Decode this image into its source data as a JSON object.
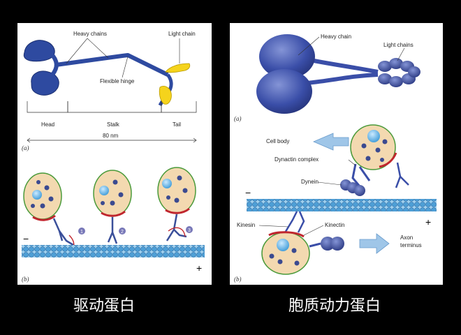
{
  "left": {
    "a_label": "(a)",
    "b_label": "(b)",
    "heavy_chains": "Heavy chains",
    "light_chain": "Light chain",
    "flexible_hinge": "Flexible hinge",
    "head": "Head",
    "stalk": "Stalk",
    "tail": "Tail",
    "length": "80 nm",
    "step1": "1",
    "step2": "2",
    "step3": "3",
    "minus": "−",
    "plus": "+"
  },
  "right": {
    "a_label": "(a)",
    "b_label": "(b)",
    "heavy_chain": "Heavy chain",
    "light_chains": "Light chains",
    "cell_body": "Cell body",
    "dynactin_complex": "Dynactin complex",
    "dynein": "Dynein",
    "kinesin": "Kinesin",
    "kinectin": "Kinectin",
    "axon_line1": "Axon",
    "axon_line2": "terminus",
    "minus": "−",
    "plus": "+"
  },
  "captions": {
    "left": "驱动蛋白",
    "right": "胞质动力蛋白"
  },
  "colors": {
    "background": "#000000",
    "motor_blue": "#2e4aa0",
    "light_chain_yellow": "#f5d31c",
    "microtubule_blue": "#5aa7d8",
    "vesicle_fill": "#f3d9b0",
    "arrow_blue": "#9fc6e8"
  }
}
